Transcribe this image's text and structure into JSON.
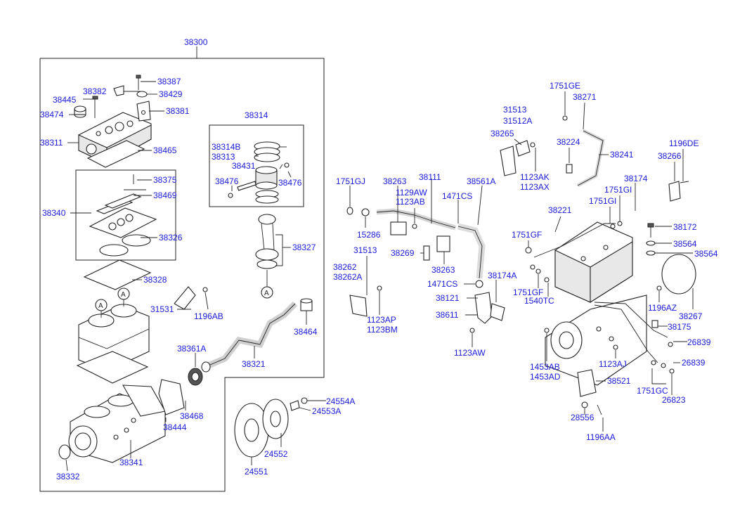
{
  "labels": {
    "l38300": "38300",
    "l38387": "38387",
    "l38382": "38382",
    "l38429": "38429",
    "l38445": "38445",
    "l38474": "38474",
    "l38381": "38381",
    "l38311": "38311",
    "l38465": "38465",
    "l38375": "38375",
    "l38469": "38469",
    "l38340": "38340",
    "l38326": "38326",
    "l38328": "38328",
    "l31531": "31531",
    "l1196AB": "1196AB",
    "l38361A": "38361A",
    "l38468": "38468",
    "l38444": "38444",
    "l38341": "38341",
    "l38332": "38332",
    "l38314": "38314",
    "l38314B": "38314B",
    "l38313": "38313",
    "l38431": "38431",
    "l38476a": "38476",
    "l38476b": "38476",
    "l38327": "38327",
    "l38464": "38464",
    "l38321": "38321",
    "l24554A": "24554A",
    "l24553A": "24553A",
    "l24552": "24552",
    "l24551": "24551",
    "l1751GJ": "1751GJ",
    "l15286": "15286",
    "l38263a": "38263",
    "l1129AW": "1129AW",
    "l1123AB": "1123AB",
    "l38111": "38111",
    "l1471CSa": "1471CS",
    "l38561A": "38561A",
    "l31513a": "31513",
    "l38262": "38262",
    "l38262A": "38262A",
    "l38269": "38269",
    "l38263b": "38263",
    "l1123AP": "1123AP",
    "l1123BM": "1123BM",
    "l1471CSb": "1471CS",
    "l38121": "38121",
    "l38174A": "38174A",
    "l38611": "38611",
    "l1123AW": "1123AW",
    "l31513b": "31513",
    "l31512A": "31512A",
    "l38265": "38265",
    "l1123AK": "1123AK",
    "l1123AX": "1123AX",
    "l1751GE": "1751GE",
    "l38271": "38271",
    "l38224": "38224",
    "l38241": "38241",
    "l1196DE": "1196DE",
    "l38266": "38266",
    "l38174": "38174",
    "l1751GI_a": "1751GI",
    "l1751GI_b": "1751GI",
    "l38221": "38221",
    "l38172": "38172",
    "l1751GF_a": "1751GF",
    "l38564a": "38564",
    "l38564b": "38564",
    "l1751GF_b": "1751GF",
    "l1540TC": "1540TC",
    "l1196AZ": "1196AZ",
    "l38267": "38267",
    "l38175": "38175",
    "l26839a": "26839",
    "l26839b": "26839",
    "l1123AJ": "1123AJ",
    "l1453AB": "1453AB",
    "l1453AD": "1453AD",
    "l38521": "38521",
    "l1751GC": "1751GC",
    "l26823": "26823",
    "l28556": "28556",
    "l1196AA": "1196AA",
    "markA1": "A",
    "markA2": "A",
    "markA3": "A"
  },
  "colors": {
    "label": "#1a1adb",
    "line": "#222222",
    "background": "#ffffff"
  }
}
